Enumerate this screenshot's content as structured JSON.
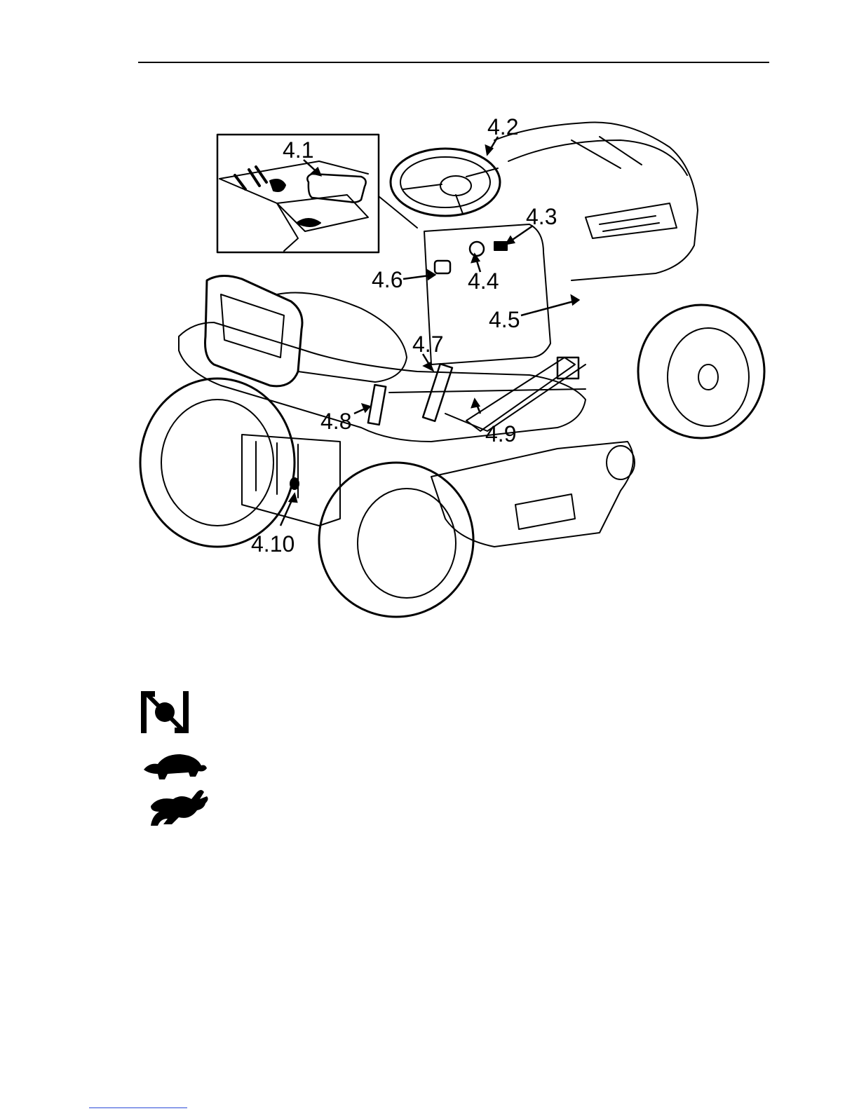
{
  "callouts": {
    "c41": "4.1",
    "c42": "4.2",
    "c43": "4.3",
    "c44": "4.4",
    "c45": "4.5",
    "c46": "4.6",
    "c47": "4.7",
    "c48": "4.8",
    "c49": "4.9",
    "c410": "4.10"
  },
  "legend": {
    "icons": [
      "parking-brake-icon",
      "turtle-slow-icon",
      "rabbit-fast-icon"
    ]
  }
}
